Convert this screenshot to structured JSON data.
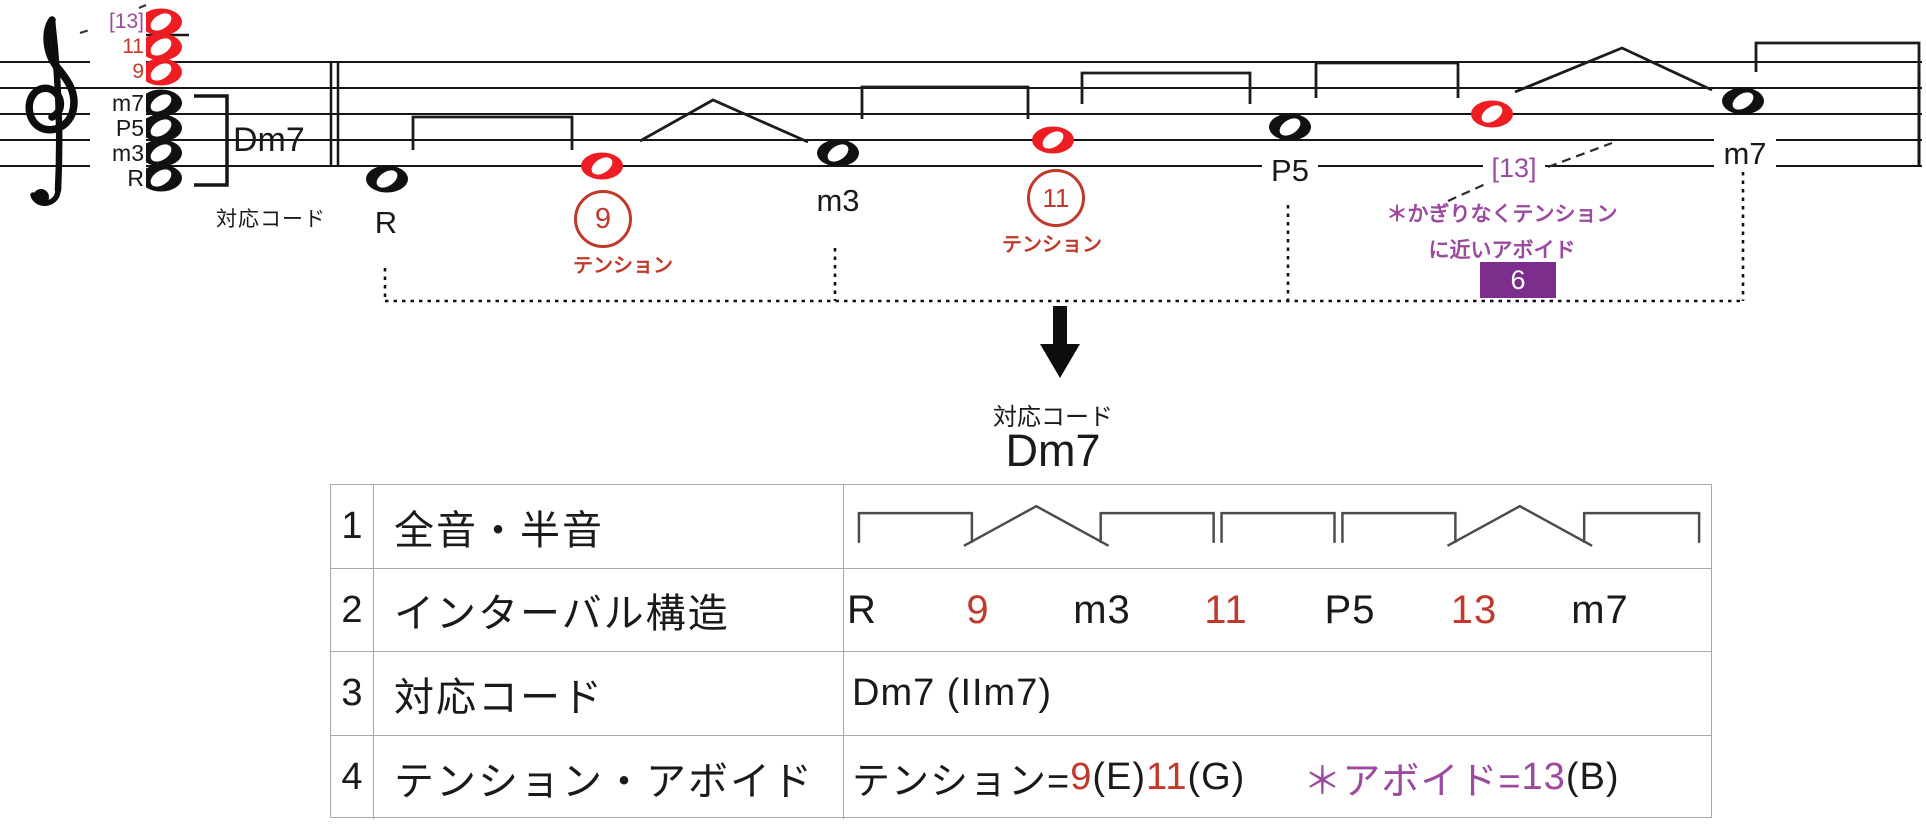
{
  "palette": {
    "red_notehead": "#ee1c23",
    "tension_red": "#c0392b",
    "avoid_purple": "#9b4aa0",
    "badge_purple": "#7b2e8c",
    "ink": "#1a1a1a",
    "table_border": "#a9a9a9"
  },
  "staff": {
    "chord_stack": {
      "labels": [
        "[13]",
        "11",
        "9",
        "m7",
        "P5",
        "m3",
        "R"
      ],
      "name": "Dm7",
      "caption": "対応コード"
    },
    "scale_labels": {
      "r": "R",
      "t9": "9",
      "m3": "m3",
      "t11": "11",
      "p5": "P5",
      "b13": "[13]",
      "m7": "m7"
    },
    "tension_caption_1": "テンション",
    "tension_caption_2": "テンション",
    "avoid": {
      "line1": "＊かぎりなくテンション",
      "line2": "に近いアボイド",
      "badge": "6"
    },
    "step_pattern": [
      "whole",
      "half",
      "whole",
      "whole",
      "whole",
      "half",
      "whole"
    ]
  },
  "transition": {
    "caption": "対応コード",
    "chord": "Dm7"
  },
  "table": {
    "row1": {
      "no": "1",
      "label": "全音・半音",
      "steps": [
        "whole",
        "half",
        "whole",
        "whole",
        "whole",
        "half",
        "whole"
      ]
    },
    "row2": {
      "no": "2",
      "label": "インターバル構造",
      "intervals": [
        "R",
        "9",
        "m3",
        "11",
        "P5",
        "13",
        "m7"
      ]
    },
    "row3": {
      "no": "3",
      "label": "対応コード",
      "value": "Dm7 (IIm7)"
    },
    "row4": {
      "no": "4",
      "label": "テンション・アボイド",
      "parts": {
        "p1": "テンション=",
        "p2": "9",
        "p3": "(E) ",
        "p4": "11",
        "p5": "(G)",
        "p6": "＊アボイド=",
        "p7": "13",
        "p8": "(B)"
      }
    }
  }
}
